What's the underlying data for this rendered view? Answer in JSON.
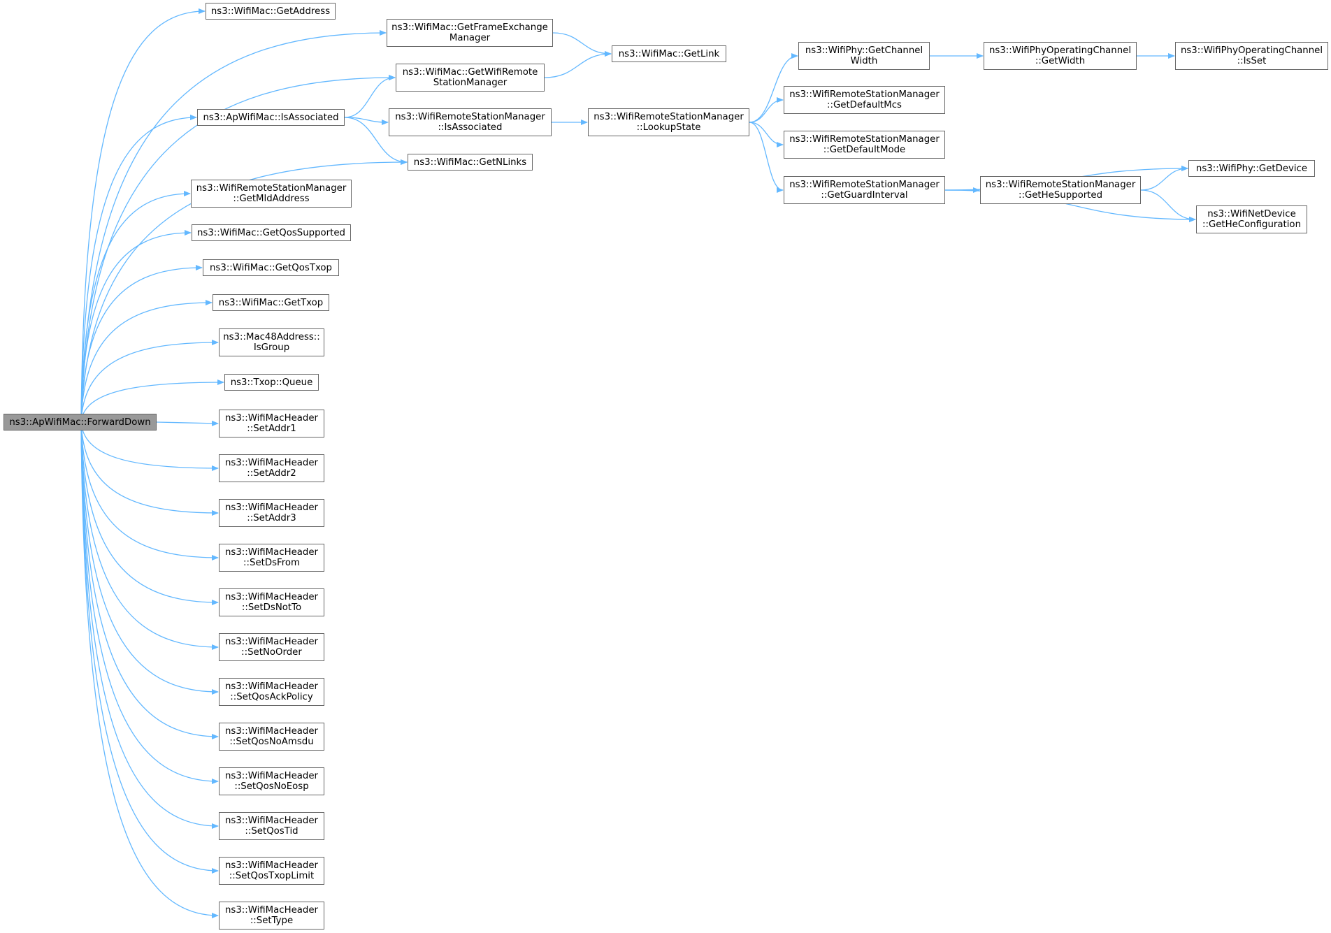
{
  "colors": {
    "edge": "#63b8ff",
    "node_border": "#666666",
    "root_fill": "#999999",
    "node_fill": "#ffffff"
  },
  "nodes": {
    "fwd": [
      "ns3::ApWifiMac::ForwardDown"
    ],
    "getaddress": [
      "ns3::WifiMac::GetAddress"
    ],
    "getfem": [
      "ns3::WifiMac::GetFrameExchange",
      "Manager"
    ],
    "getlink": [
      "ns3::WifiMac::GetLink"
    ],
    "getwrsm": [
      "ns3::WifiMac::GetWifiRemote",
      "StationManager"
    ],
    "isassoc_ap": [
      "ns3::ApWifiMac::IsAssociated"
    ],
    "isassoc_rsm": [
      "ns3::WifiRemoteStationManager",
      "::IsAssociated"
    ],
    "lookup": [
      "ns3::WifiRemoteStationManager",
      "::LookupState"
    ],
    "getnlinks": [
      "ns3::WifiMac::GetNLinks"
    ],
    "chwidth": [
      "ns3::WifiPhy::GetChannel",
      "Width"
    ],
    "opwidth": [
      "ns3::WifiPhyOperatingChannel",
      "::GetWidth"
    ],
    "isset": [
      "ns3::WifiPhyOperatingChannel",
      "::IsSet"
    ],
    "defmcs": [
      "ns3::WifiRemoteStationManager",
      "::GetDefaultMcs"
    ],
    "defmode": [
      "ns3::WifiRemoteStationManager",
      "::GetDefaultMode"
    ],
    "guard": [
      "ns3::WifiRemoteStationManager",
      "::GetGuardInterval"
    ],
    "hesup": [
      "ns3::WifiRemoteStationManager",
      "::GetHeSupported"
    ],
    "getdevice": [
      "ns3::WifiPhy::GetDevice"
    ],
    "heconf": [
      "ns3::WifiNetDevice",
      "::GetHeConfiguration"
    ],
    "mld": [
      "ns3::WifiRemoteStationManager",
      "::GetMldAddress"
    ],
    "qossup": [
      "ns3::WifiMac::GetQosSupported"
    ],
    "qostxop": [
      "ns3::WifiMac::GetQosTxop"
    ],
    "txop": [
      "ns3::WifiMac::GetTxop"
    ],
    "isgroup": [
      "ns3::Mac48Address::",
      "IsGroup"
    ],
    "queue": [
      "ns3::Txop::Queue"
    ],
    "addr1": [
      "ns3::WifiMacHeader",
      "::SetAddr1"
    ],
    "addr2": [
      "ns3::WifiMacHeader",
      "::SetAddr2"
    ],
    "addr3": [
      "ns3::WifiMacHeader",
      "::SetAddr3"
    ],
    "dsfrom": [
      "ns3::WifiMacHeader",
      "::SetDsFrom"
    ],
    "dsnotto": [
      "ns3::WifiMacHeader",
      "::SetDsNotTo"
    ],
    "noorder": [
      "ns3::WifiMacHeader",
      "::SetNoOrder"
    ],
    "ackpol": [
      "ns3::WifiMacHeader",
      "::SetQosAckPolicy"
    ],
    "noamsdu": [
      "ns3::WifiMacHeader",
      "::SetQosNoAmsdu"
    ],
    "noeosp": [
      "ns3::WifiMacHeader",
      "::SetQosNoEosp"
    ],
    "tid": [
      "ns3::WifiMacHeader",
      "::SetQosTid"
    ],
    "txoplimit": [
      "ns3::WifiMacHeader",
      "::SetQosTxopLimit"
    ],
    "settype": [
      "ns3::WifiMacHeader",
      "::SetType"
    ]
  },
  "edges": [
    [
      "fwd",
      "getaddress"
    ],
    [
      "fwd",
      "getfem"
    ],
    [
      "fwd",
      "getwrsm"
    ],
    [
      "fwd",
      "isassoc_ap"
    ],
    [
      "fwd",
      "getnlinks"
    ],
    [
      "fwd",
      "mld"
    ],
    [
      "fwd",
      "qossup"
    ],
    [
      "fwd",
      "qostxop"
    ],
    [
      "fwd",
      "txop"
    ],
    [
      "fwd",
      "isgroup"
    ],
    [
      "fwd",
      "queue"
    ],
    [
      "fwd",
      "addr1"
    ],
    [
      "fwd",
      "addr2"
    ],
    [
      "fwd",
      "addr3"
    ],
    [
      "fwd",
      "dsfrom"
    ],
    [
      "fwd",
      "dsnotto"
    ],
    [
      "fwd",
      "noorder"
    ],
    [
      "fwd",
      "ackpol"
    ],
    [
      "fwd",
      "noamsdu"
    ],
    [
      "fwd",
      "noeosp"
    ],
    [
      "fwd",
      "tid"
    ],
    [
      "fwd",
      "txoplimit"
    ],
    [
      "fwd",
      "settype"
    ],
    [
      "getfem",
      "getlink"
    ],
    [
      "getwrsm",
      "getlink"
    ],
    [
      "isassoc_ap",
      "getwrsm"
    ],
    [
      "isassoc_ap",
      "isassoc_rsm"
    ],
    [
      "isassoc_ap",
      "getnlinks"
    ],
    [
      "isassoc_rsm",
      "lookup"
    ],
    [
      "lookup",
      "chwidth"
    ],
    [
      "lookup",
      "defmcs"
    ],
    [
      "lookup",
      "defmode"
    ],
    [
      "lookup",
      "guard"
    ],
    [
      "chwidth",
      "opwidth"
    ],
    [
      "opwidth",
      "isset"
    ],
    [
      "guard",
      "getdevice"
    ],
    [
      "guard",
      "hesup"
    ],
    [
      "guard",
      "heconf"
    ],
    [
      "hesup",
      "getdevice"
    ],
    [
      "hesup",
      "heconf"
    ]
  ]
}
